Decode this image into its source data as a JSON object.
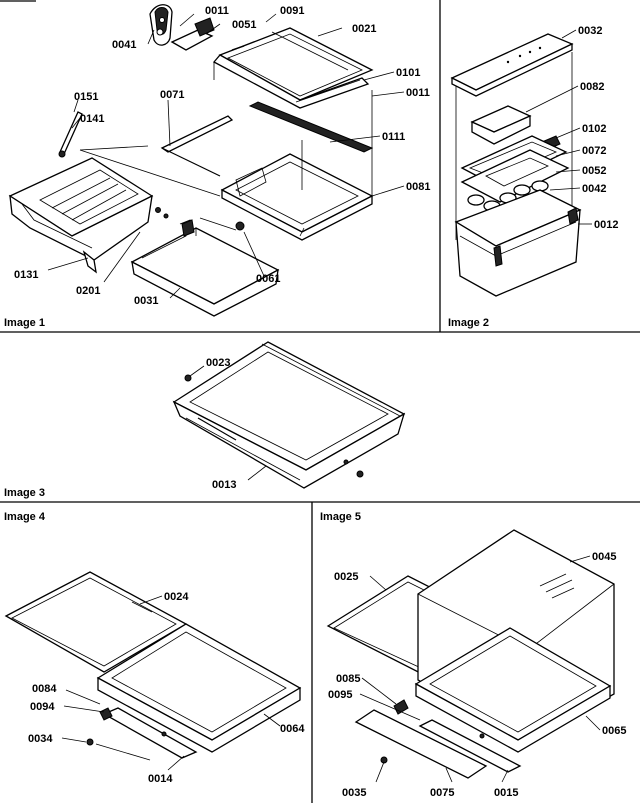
{
  "captions": {
    "image1": "Image 1",
    "image2": "Image 2",
    "image3": "Image 3",
    "image4": "Image 4",
    "image5": "Image 5"
  },
  "parts": {
    "p0011a": "0011",
    "p0051": "0051",
    "p0091": "0091",
    "p0021": "0021",
    "p0041": "0041",
    "p0101": "0101",
    "p0011b": "0011",
    "p0151": "0151",
    "p0071": "0071",
    "p0141": "0141",
    "p0111": "0111",
    "p0081": "0081",
    "p0131": "0131",
    "p0201": "0201",
    "p0061": "0061",
    "p0031": "0031",
    "p0032": "0032",
    "p0082": "0082",
    "p0102": "0102",
    "p0072": "0072",
    "p0052": "0052",
    "p0042": "0042",
    "p0012": "0012",
    "p0023": "0023",
    "p0013": "0013",
    "p0024": "0024",
    "p0084": "0084",
    "p0094": "0094",
    "p0034": "0034",
    "p0064": "0064",
    "p0014": "0014",
    "p0025": "0025",
    "p0045": "0045",
    "p0085": "0085",
    "p0095": "0095",
    "p0065": "0065",
    "p0035": "0035",
    "p0075": "0075",
    "p0015": "0015"
  }
}
